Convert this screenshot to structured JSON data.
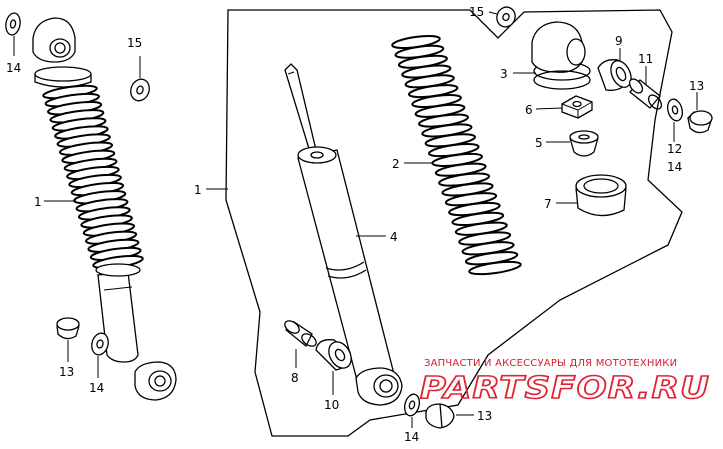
{
  "callouts": {
    "n1_left": "1",
    "n1_group": "1",
    "n2": "2",
    "n3": "3",
    "n4": "4",
    "n5": "5",
    "n6": "6",
    "n7": "7",
    "n8": "8",
    "n9": "9",
    "n10": "10",
    "n11": "11",
    "n12": "12",
    "n13_right": "13",
    "n13_left": "13",
    "n13_bottom": "13",
    "n14_topleft": "14",
    "n14_right": "14",
    "n14_left": "14",
    "n14_bottom": "14",
    "n15_left": "15",
    "n15_top": "15"
  },
  "watermark": {
    "caption": "ЗАПЧАСТИ И АКСЕССУАРЫ ДЛЯ МОТОТЕХНИКИ",
    "logo": "PARTSFOR.RU"
  }
}
